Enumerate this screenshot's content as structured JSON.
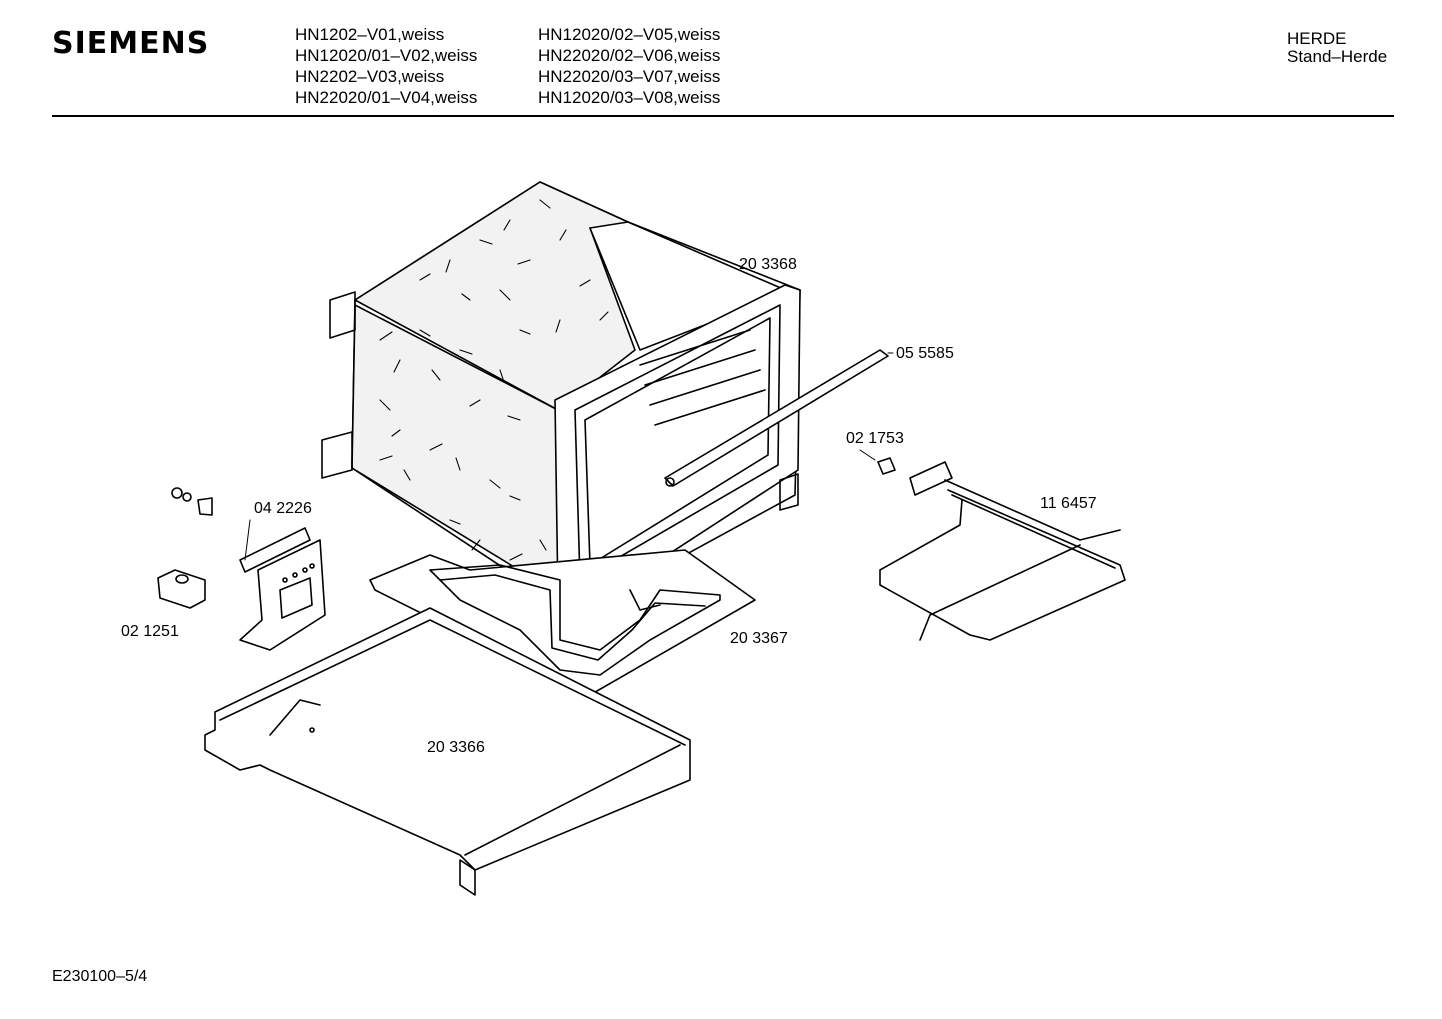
{
  "header": {
    "brand": "SIEMENS",
    "models_col1": [
      "HN1202–V01,weiss",
      "HN12020/01–V02,weiss",
      "HN2202–V03,weiss",
      "HN22020/01–V04,weiss"
    ],
    "models_col2": [
      "HN12020/02–V05,weiss",
      "HN22020/02–V06,weiss",
      "HN22020/03–V07,weiss",
      "HN12020/03–V08,weiss"
    ],
    "category": "HERDE",
    "subcategory": "Stand–Herde"
  },
  "parts": {
    "p203368": "20 3368",
    "p055585": "05 5585",
    "p021753": "02 1753",
    "p116457": "11 6457",
    "p042226": "04 2226",
    "p021251": "02 1251",
    "p203367": "20 3367",
    "p203366": "20 3366"
  },
  "footer": {
    "doc_code": "E230100–5/4"
  }
}
